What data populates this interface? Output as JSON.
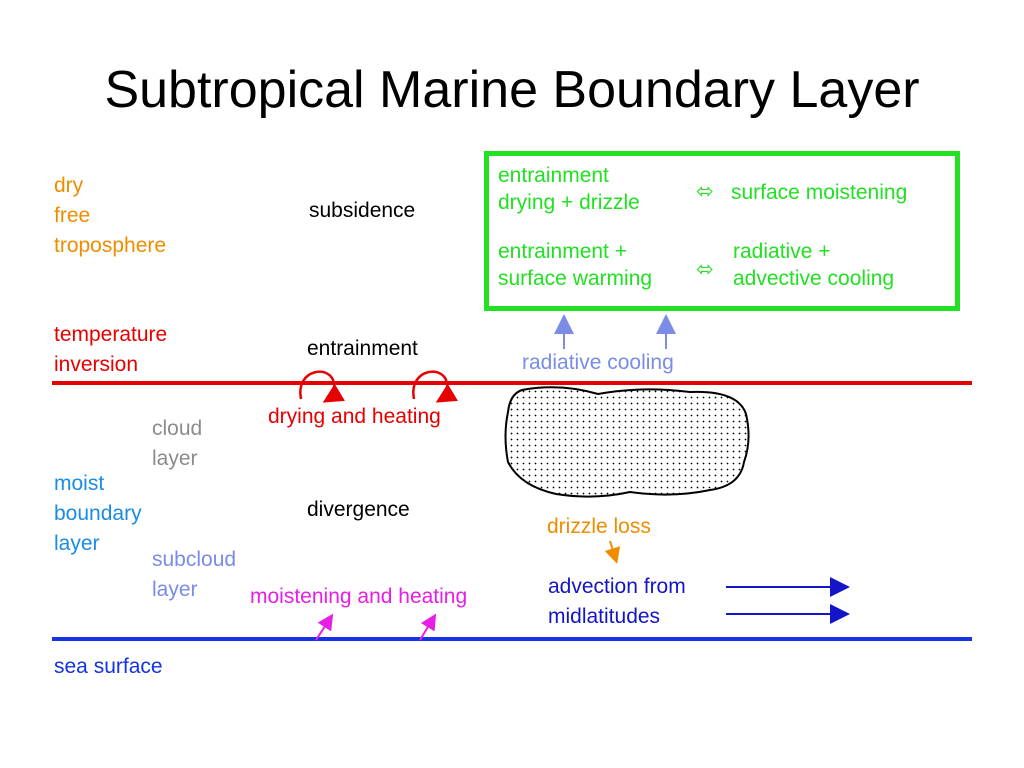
{
  "title": "Subtropical Marine Boundary Layer",
  "colors": {
    "orange": "#f08c00",
    "red": "#e60000",
    "gray": "#8c8c8c",
    "cyan_blue": "#1a8ce6",
    "light_blue": "#7a8ce6",
    "green": "#22e022",
    "magenta": "#e61ee6",
    "dark_blue": "#1414c8",
    "sea_blue": "#1432e6",
    "black": "#000000"
  },
  "layers": {
    "dry_free_troposphere": "dry\nfree\ntroposphere",
    "temperature_inversion": "temperature\ninversion",
    "cloud_layer": "cloud\nlayer",
    "moist_boundary_layer": "moist\nboundary\nlayer",
    "subcloud_layer": "subcloud\nlayer",
    "sea_surface": "sea surface"
  },
  "processes": {
    "subsidence": "subsidence",
    "entrainment": "entrainment",
    "drying_heating": "drying and heating",
    "divergence": "divergence",
    "radiative_cooling": "radiative cooling",
    "drizzle_loss": "drizzle loss",
    "moistening_heating": "moistening and heating",
    "advection": "advection from\nmidlatitudes"
  },
  "balance_box": {
    "row1_left": "entrainment\ndrying + drizzle",
    "row1_symbol": "⬄",
    "row1_right": "surface moistening",
    "row2_left": "entrainment +\nsurface warming",
    "row2_symbol": "⬄",
    "row2_right": "radiative +\nadvective cooling"
  }
}
